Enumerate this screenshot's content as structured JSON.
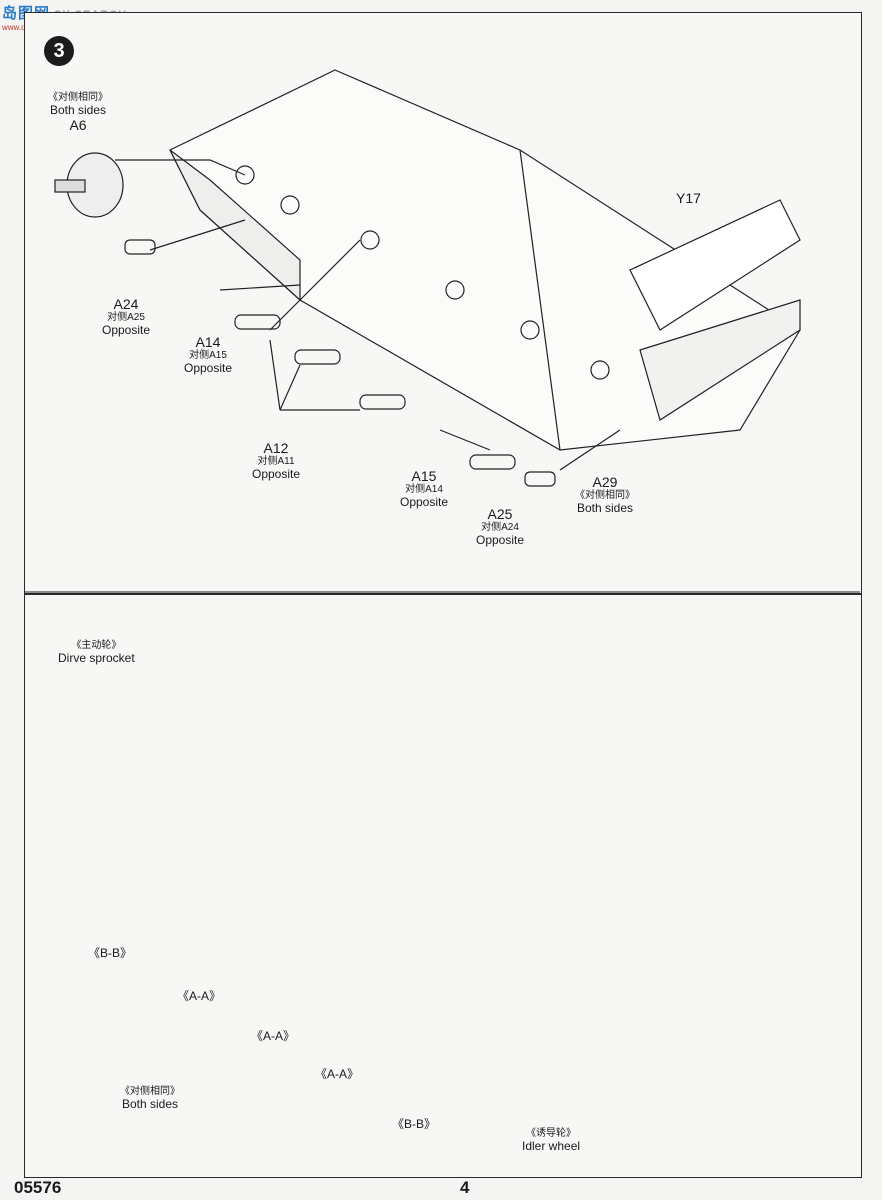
{
  "watermark": {
    "logo_text": "岛图网",
    "text": "SY SEARCH",
    "url": "www.daoshow.net"
  },
  "step": {
    "number": "3"
  },
  "top_panel": {
    "labels": {
      "a6": {
        "cn": "《对侧相同》",
        "en": "Both sides",
        "code": "A6"
      },
      "y17": {
        "code": "Y17"
      },
      "a24": {
        "code": "A24",
        "cn": "对侧A25",
        "en": "Opposite"
      },
      "a14": {
        "code": "A14",
        "cn": "对侧A15",
        "en": "Opposite"
      },
      "a12": {
        "code": "A12",
        "cn": "对侧A11",
        "en": "Opposite"
      },
      "a15": {
        "code": "A15",
        "cn": "对侧A14",
        "en": "Opposite"
      },
      "a25": {
        "code": "A25",
        "cn": "对侧A24",
        "en": "Opposite"
      },
      "a29": {
        "code": "A29",
        "cn": "《对侧相同》",
        "en": "Both sides"
      }
    }
  },
  "bottom_panel": {
    "labels": {
      "drive_sprocket": {
        "cn": "《主动轮》",
        "en": "Dirve sprocket"
      },
      "bb_left": {
        "text": "《B-B》"
      },
      "aa_1": {
        "text": "《A-A》"
      },
      "aa_2": {
        "text": "《A-A》"
      },
      "aa_3": {
        "text": "《A-A》"
      },
      "bb_right": {
        "text": "《B-B》"
      },
      "both_sides": {
        "cn": "《对侧相同》",
        "en": "Both sides"
      },
      "idler": {
        "cn": "《诱导轮》",
        "en": "Idler wheel"
      }
    }
  },
  "footer": {
    "product_code": "05576",
    "page_number": "4"
  }
}
